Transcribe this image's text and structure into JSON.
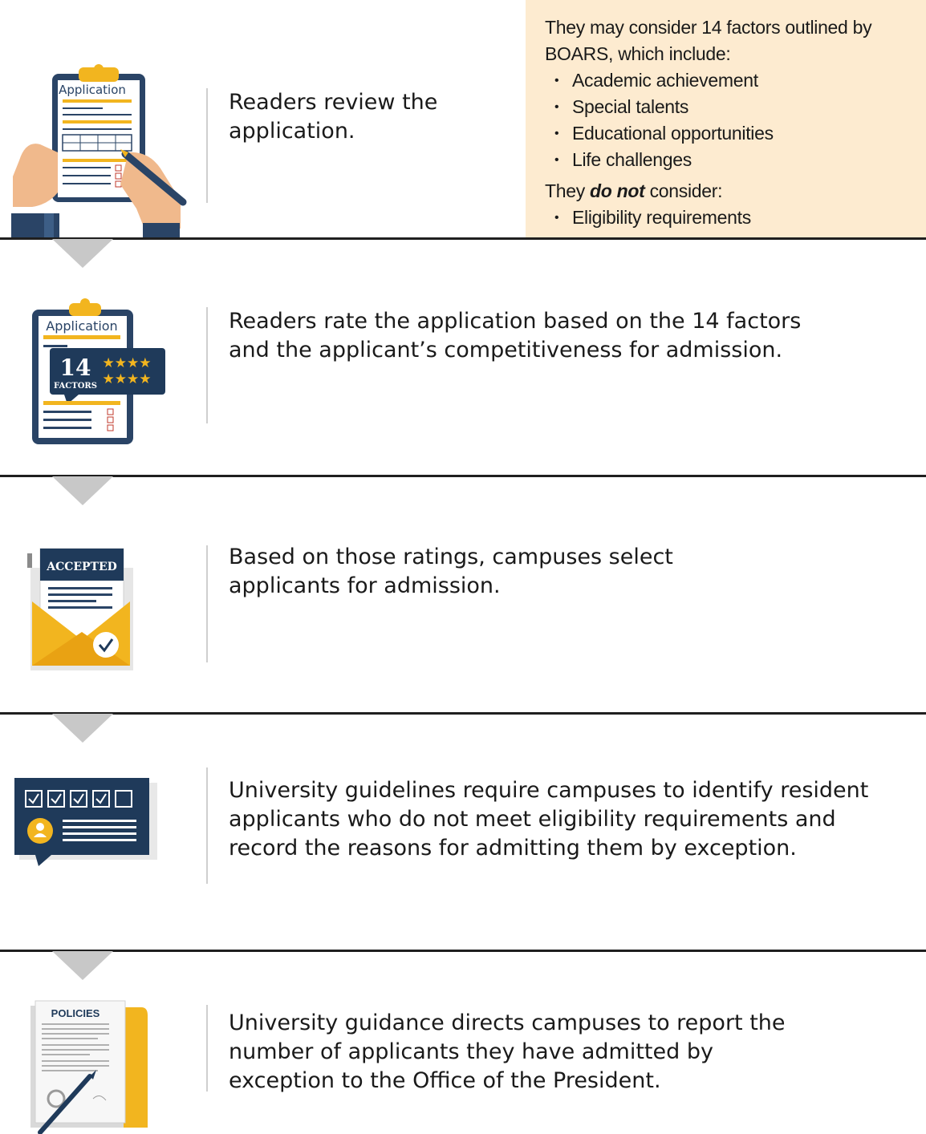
{
  "callout": {
    "intro": "They may consider 14 factors outlined by BOARS, which include:",
    "factors": [
      "Academic achievement",
      "Special talents",
      "Educational opportunities",
      "Life challenges"
    ],
    "not_prefix": "They ",
    "not_emphasis": "do not",
    "not_suffix": " consider:",
    "excluded": [
      "Eligibility requirements"
    ]
  },
  "steps": [
    {
      "text": "Readers review the application.",
      "icon": "clipboard-hands-icon",
      "icon_label": "Application"
    },
    {
      "text": "Readers rate the application based on the 14 factors and the applicant’s competitiveness for admission.",
      "icon": "clipboard-rating-icon",
      "icon_label": "Application",
      "badge_number": "14",
      "badge_label": "FACTORS"
    },
    {
      "text": "Based on those ratings, campuses select applicants for admission.",
      "icon": "accepted-envelope-icon",
      "icon_label": "ACCEPTED"
    },
    {
      "text": "University guidelines require campuses to identify resident applicants who do not meet eligibility requirements and record the reasons for admitting them by exception.",
      "icon": "checklist-profile-icon"
    },
    {
      "text": "University guidance directs campuses to report the number of applicants they have admitted by exception to the Office of the President.",
      "icon": "policies-document-icon",
      "icon_label": "POLICIES"
    }
  ],
  "colors": {
    "navy": "#1f3a5a",
    "gold": "#f2b51f",
    "callout_bg": "#fdebd0",
    "arrow": "#c8c8c8"
  }
}
